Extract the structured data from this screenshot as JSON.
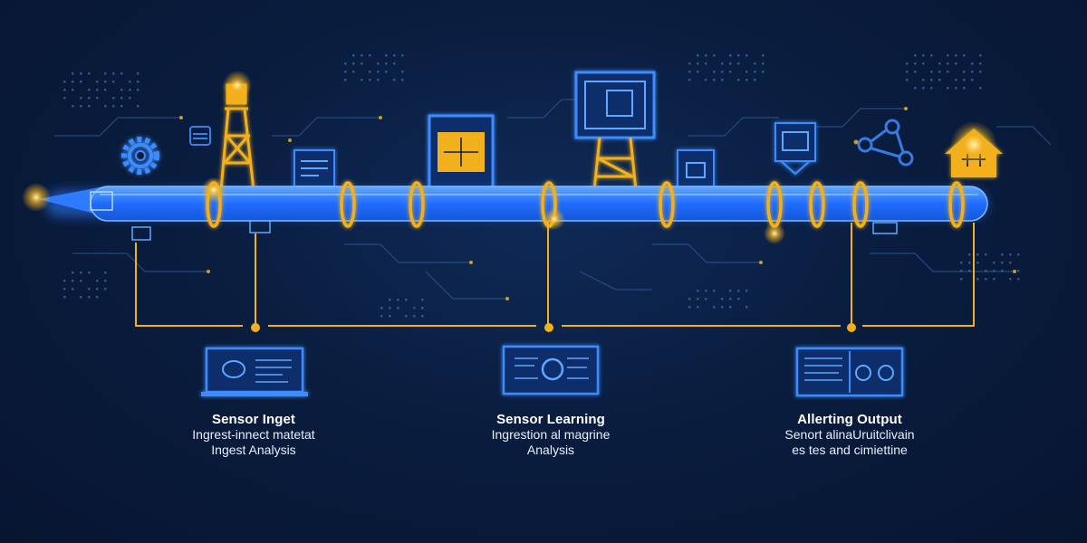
{
  "colors": {
    "background": "#0a1d3f",
    "pipe": "#2f7bff",
    "pipe_glow": "#57a2ff",
    "accent": "#f2b01e",
    "circuit": "#3a5f96",
    "text": "#ffffff"
  },
  "icons": [
    "gear-icon",
    "oil-derrick-icon",
    "monitor-icon",
    "dashboard-icon",
    "home-icon",
    "laptop-icon"
  ],
  "stages": [
    {
      "title": "Sensor Inget",
      "lines": [
        "Ingrest-innect matetat",
        "Ingest Analysis"
      ]
    },
    {
      "title": "Sensor Learning",
      "lines": [
        "Ingrestion al magrine",
        "Analysis"
      ]
    },
    {
      "title": "Allerting Output",
      "lines": [
        "Senort alinaUruitclivain",
        "es tes and cimiettine"
      ]
    }
  ]
}
